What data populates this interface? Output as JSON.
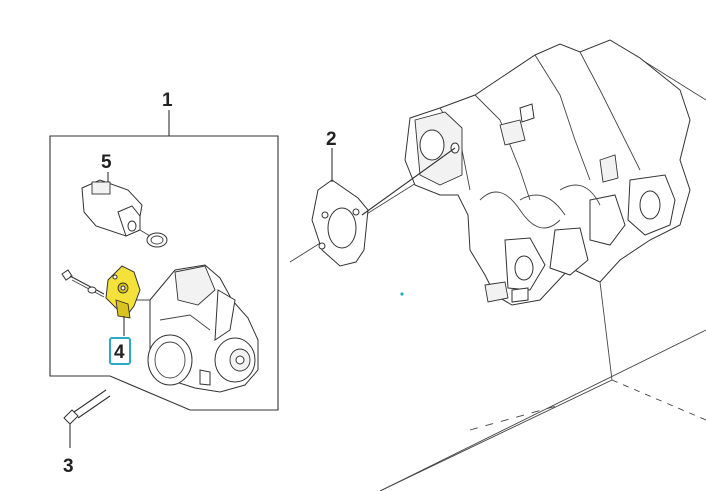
{
  "callouts": [
    {
      "id": "1",
      "label": "1"
    },
    {
      "id": "2",
      "label": "2"
    },
    {
      "id": "3",
      "label": "3"
    },
    {
      "id": "4",
      "label": "4",
      "highlighted": true
    },
    {
      "id": "5",
      "label": "5"
    }
  ],
  "colors": {
    "highlight_fill": "#f4e13a",
    "highlight_box": "#2aa8c4",
    "line": "#333333",
    "background": "#ffffff"
  }
}
